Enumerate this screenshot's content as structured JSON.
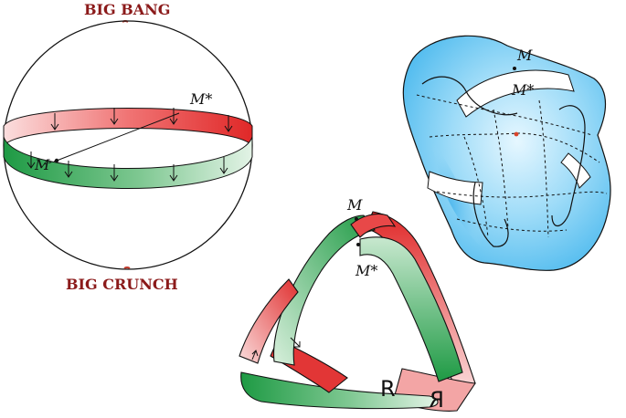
{
  "labels": {
    "big_bang": "BIG BANG",
    "big_crunch": "BIG CRUNCH",
    "m": "M",
    "m_star": "M*",
    "r": "R",
    "r_mirrored": "R"
  },
  "colors": {
    "label_red": "#8b1a1a",
    "band_red": "#e83a3a",
    "band_green": "#2aa048",
    "surface_blue": "#4cbcf0"
  }
}
